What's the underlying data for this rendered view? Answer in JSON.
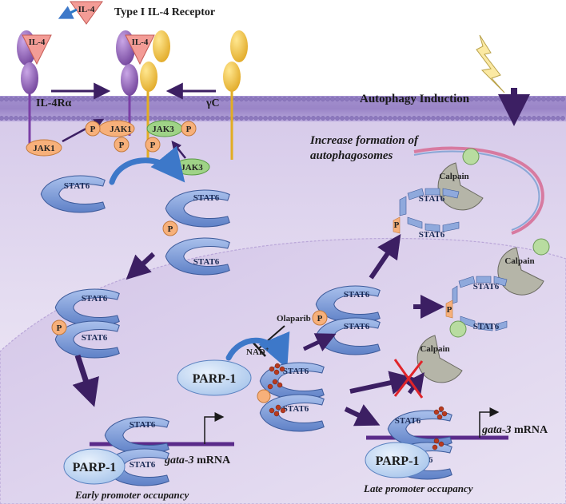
{
  "title": "Type I IL-4 Receptor",
  "ligand": "IL-4",
  "receptor_alpha": "IL-4Rα",
  "gamma_chain": "γC",
  "jak1": "JAK1",
  "jak3": "JAK3",
  "phospho": "P",
  "stat6": "STAT6",
  "autophagy_induction": "Autophagy Induction",
  "autophagosome_line1": "Increase formation of",
  "autophagosome_line2": "autophagosomes",
  "calpain": "Calpain",
  "parp1": "PARP-1",
  "olaparib": "Olaparib",
  "nad": "NAD",
  "nad_sup": "+",
  "gene": "gata-3",
  "mrna": "mRNA",
  "early": "Early promoter occupancy",
  "late": "Late promoter occupancy",
  "partial_stat": "T6",
  "colors": {
    "membrane": "#9b86c8",
    "nucleus": "#e4dcef",
    "receptor_purple": "#8e5fb5",
    "receptor_yellow": "#f2c23a",
    "stat_blue": "#7f9fd9",
    "arrow": "#3c1f63",
    "phospho": "#f7b07a",
    "jak3_green": "#9fd387",
    "calpain_gray": "#b5b5a8",
    "parp_blue": "#c8dcf4"
  }
}
